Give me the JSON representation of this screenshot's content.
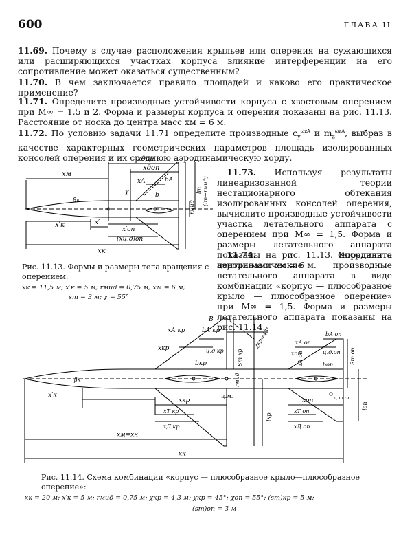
{
  "header": {
    "page_number": "600",
    "chapter": "ГЛАВА II"
  },
  "problems": {
    "p69": {
      "num": "11.69.",
      "text": "Почему в случае расположения крыльев или оперения на сужающихся или расширяющихся участках корпуса влияние интерференции на его сопротивление может оказаться существенным?"
    },
    "p70": {
      "num": "11.70.",
      "text": "В чем заключается правило площадей и каково его практическое применение?"
    },
    "p71": {
      "num": "11.71.",
      "text": "Определите производные устойчивости корпуса с хвостовым оперением при M∞ = 1,5 и 2. Форма и размеры корпуса и оперения показаны на рис. 11.13. Расстояние от носка до центра масс xм = 6 м."
    },
    "p72": {
      "num": "11.72.",
      "text_a": "По условию задачи 11.71 определите производные c",
      "text_b": "и m",
      "text_c": ", выбрав в качестве характерных геометрических параметров площадь изолированных консолей оперения и их среднюю аэродинамическую хорду.",
      "sup": "ω̄zA",
      "sub_y": "y",
      "sub_z": "z"
    },
    "p73": {
      "num": "11.73.",
      "text": "Используя результаты линеаризованной теории нестационарного обтекания изолированных консолей оперения, вычислите производные устойчивости участка летательного аппарата с оперением при M∞ = 1,5. Форма и размеры летательного аппарата показаны на рис. 11.13. Координата центра масс xм = 6 м."
    },
    "p74": {
      "num": "11.74.",
      "text": "Определите аэродинамические производные летательного аппарата в виде комбинации «корпус — плюсобразное крыло — плюсобразное оперение» при M∞ = 1,5. Форма и размеры летательного аппарата показаны на рис. 11.14."
    }
  },
  "fig13": {
    "caption": "Рис. 11.13. Формы и размеры тела вращения с оперением:",
    "params_line1": "xк = 11,5 м;  x′к = 5 м;  rмид = 0,75 м;  xм = 6 м;",
    "params_line2": "sт = 3 м;  χ = 55°",
    "labels": {
      "xm": "xм",
      "xdon": "xдон",
      "xdop": "xдоп",
      "xa": "xA",
      "ba": "bA",
      "b": "b",
      "chi": "χ",
      "beta": "βк",
      "xk1": "x′к",
      "xprime": "x′",
      "xop": "x′оп",
      "xcd": "(xц.д)оп",
      "xk": "xк",
      "rmid": "rмид",
      "lt": "lт",
      "dt": "(lт+rмид)"
    }
  },
  "fig14": {
    "caption": "Рис. 11.14. Схема комбинации «корпус — плюсобразное крыло—плюсобразное оперение»:",
    "params_line1": "xк = 20 м;  x′к = 5 м;  rмид = 0,75 м;  χкр = 4,3 м;  χкр = 45°;  χоп = 55°;  (sт)кр = 5 м;",
    "params_line2": "(sт)оп = 3 м",
    "labels": {
      "B": "B",
      "xakr": "xA кр",
      "bakr": "bA кр",
      "xkr": "xкр",
      "cdkr": "ц.д.кр",
      "bkr": "bкр",
      "chikr": "χкр=45°",
      "smkr": "Sm кр",
      "rmid": "rмид",
      "cm": "ц.м.",
      "xaop": "xA оп",
      "baop": "bA оп",
      "xop": "xоп",
      "cdop": "ц.д.оп",
      "bop": "bоп",
      "smop": "Sm оп",
      "lop": "lоп",
      "lkr": "lкр",
      "beta": "βк",
      "xk1": "x′к",
      "xkr2": "xкр",
      "xop2": "xоп",
      "xtkr": "xT кр",
      "xdkr": "xД кр",
      "xtop": "xT оп",
      "xdop": "xД оп",
      "cdtop": "ц.т.оп",
      "xm": "xм=xн",
      "xk": "xк",
      "za": "zA оп"
    }
  }
}
